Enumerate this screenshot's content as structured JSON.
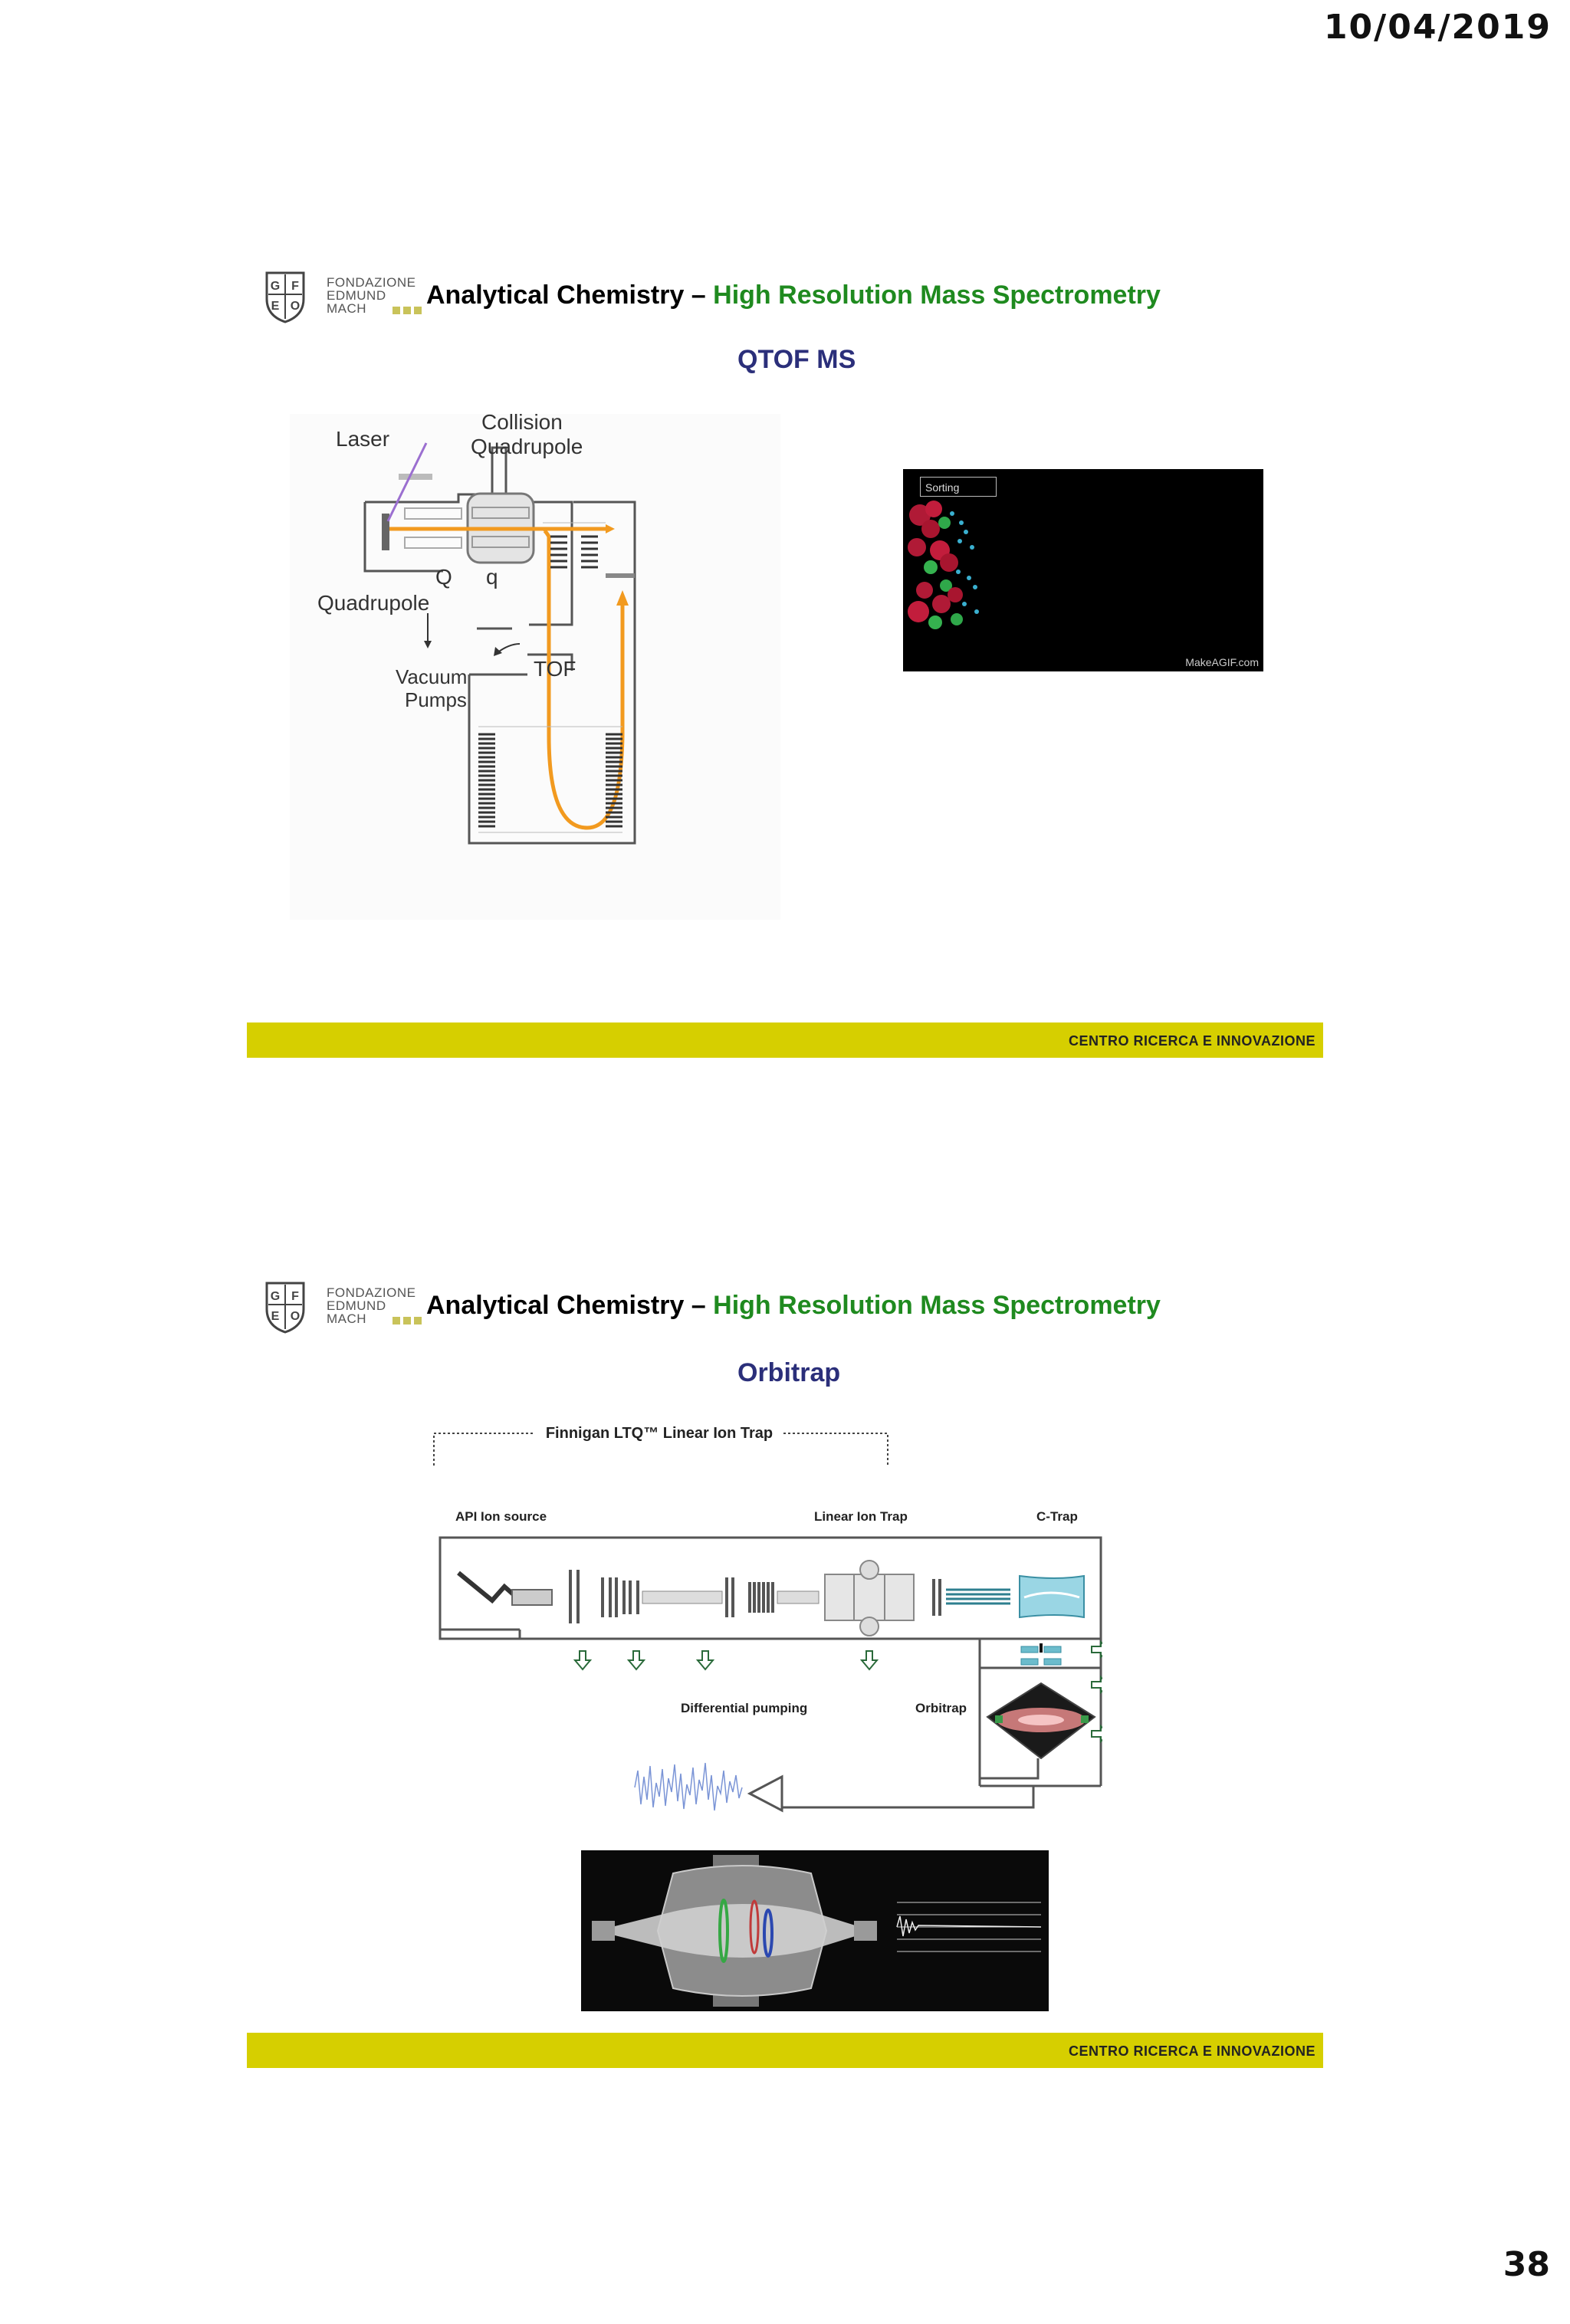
{
  "page": {
    "date": "10/04/2019",
    "page_number": "38"
  },
  "slides": [
    {
      "logo_lines": [
        "FONDAZIONE",
        "EDMUND",
        "MACH"
      ],
      "title_prefix": "Analytical Chemistry – ",
      "title_accent": "High Resolution Mass Spectrometry",
      "subtitle": "QTOF MS",
      "diagram_labels": {
        "laser": "Laser",
        "collision_quadrupole": "Collision Quadrupole",
        "quadrupole": "Quadrupole",
        "q_upper": "Q",
        "q_lower": "q",
        "vacuum_pumps": "Vacuum Pumps",
        "tof": "TOF"
      },
      "animation": {
        "label": "Sorting",
        "watermark": "MakeAGIF.com"
      },
      "footer": "CENTRO RICERCA E INNOVAZIONE",
      "colors": {
        "accent": "#1f8a1f",
        "subtitle": "#2b2f7a",
        "footer_bar": "#d6cf00",
        "beam": "#f29a1f"
      }
    },
    {
      "logo_lines": [
        "FONDAZIONE",
        "EDMUND",
        "MACH"
      ],
      "title_prefix": "Analytical Chemistry – ",
      "title_accent": "High Resolution Mass Spectrometry",
      "subtitle": "Orbitrap",
      "diagram_labels": {
        "finnigan": "Finnigan LTQ™ Linear Ion Trap",
        "api_source": "API Ion source",
        "linear_ion_trap": "Linear Ion Trap",
        "c_trap": "C-Trap",
        "differential_pumping": "Differential pumping",
        "orbitrap": "Orbitrap"
      },
      "footer": "CENTRO RICERCA E INNOVAZIONE"
    }
  ]
}
